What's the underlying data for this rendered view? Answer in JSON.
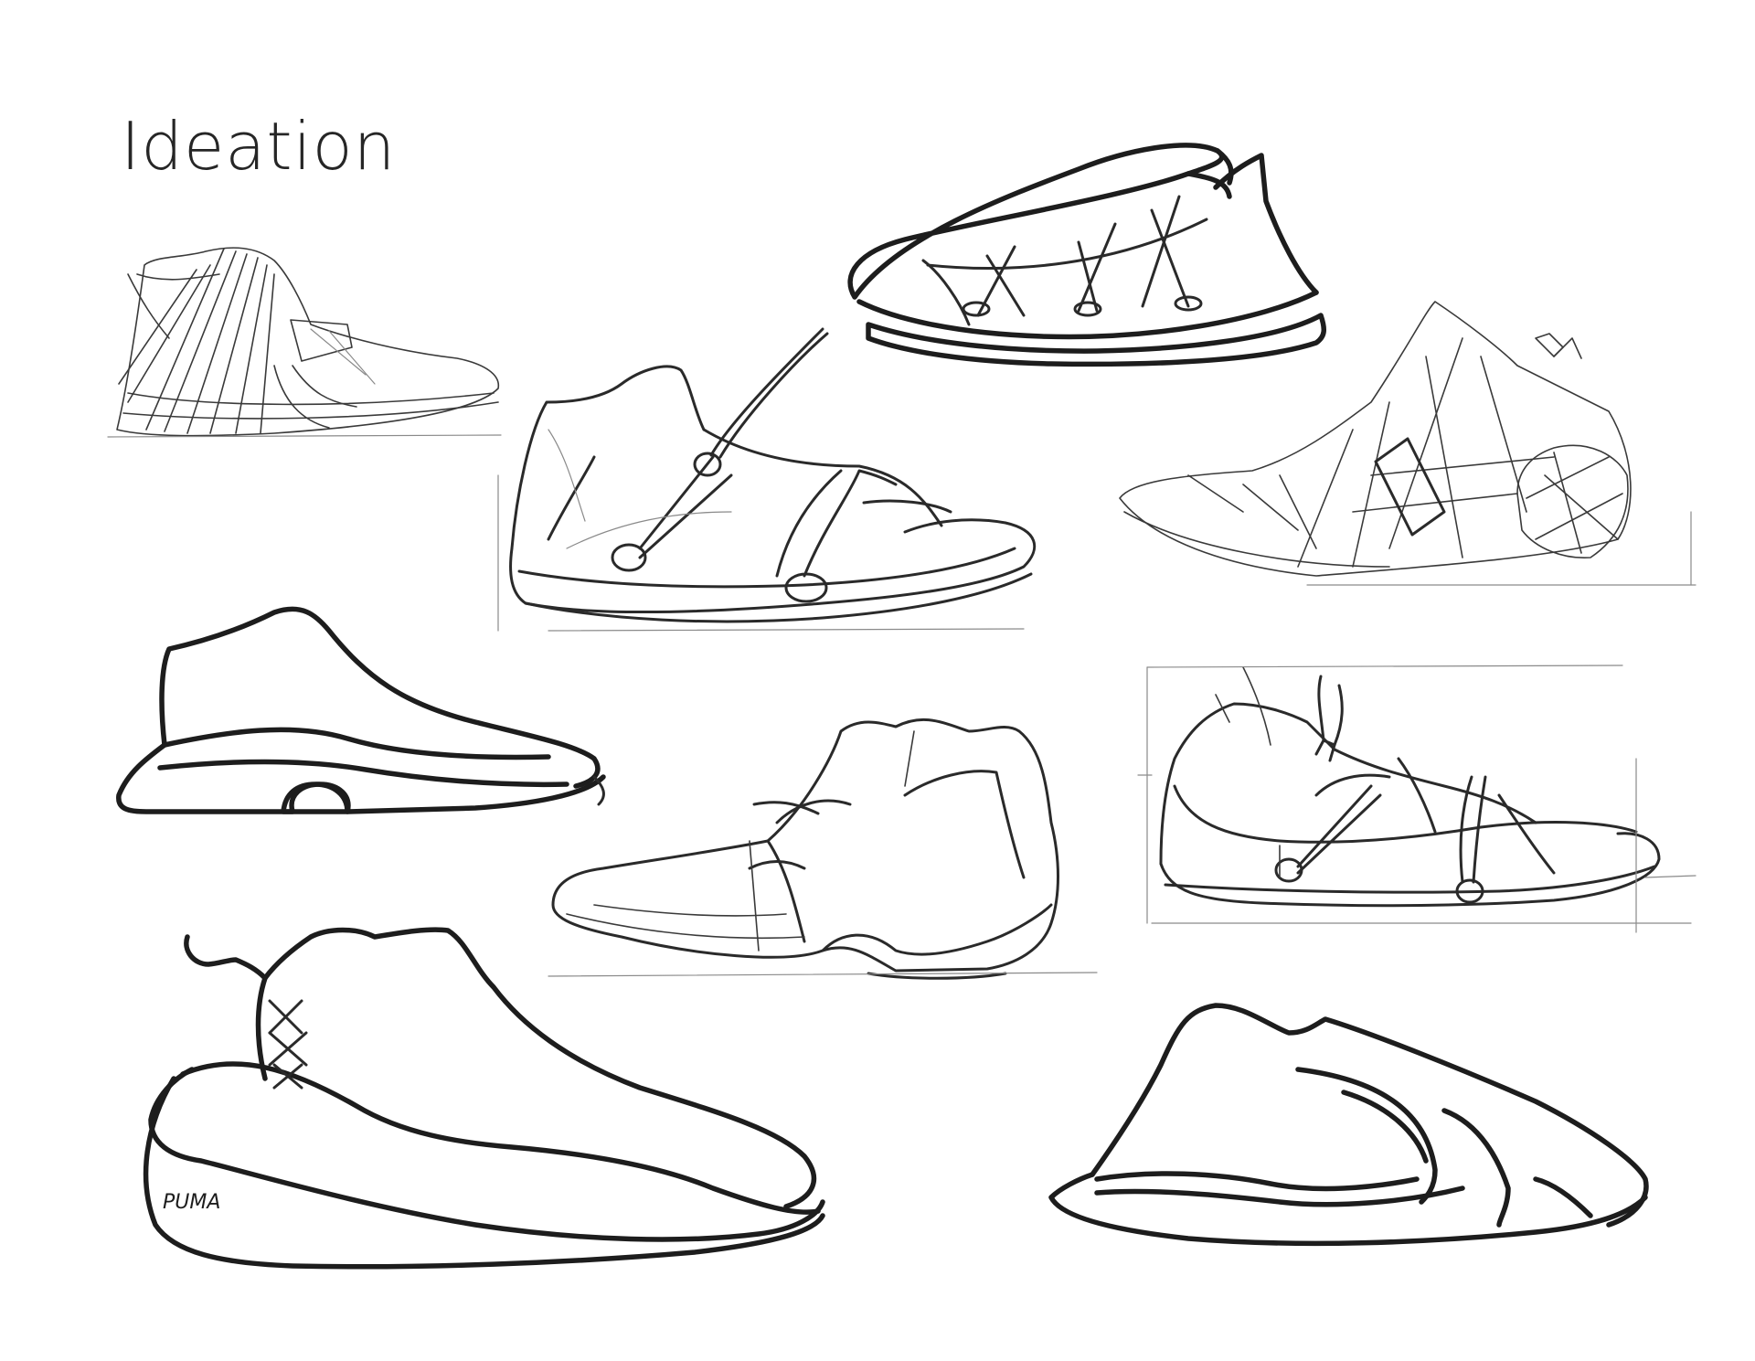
{
  "page": {
    "title": "Ideation"
  },
  "sketches": [
    {
      "name": "sketch-wrapped-strap-shoe",
      "style": "pencil"
    },
    {
      "name": "sketch-floating-cage-shoe",
      "style": "ink"
    },
    {
      "name": "sketch-ring-lace-mid-shoe",
      "style": "pencil"
    },
    {
      "name": "sketch-geometric-cage-shoe",
      "style": "pencil"
    },
    {
      "name": "sketch-sock-mid-shoe",
      "style": "ink"
    },
    {
      "name": "sketch-layered-collar-shoe",
      "style": "pencil"
    },
    {
      "name": "sketch-toggle-lace-shoe",
      "style": "pencil"
    },
    {
      "name": "sketch-branded-high-shoe",
      "style": "ink",
      "brand_text": "PUMA"
    },
    {
      "name": "sketch-formstrip-low-shoe",
      "style": "ink"
    }
  ],
  "colors": {
    "background": "#ffffff",
    "ink": "#1d1d1d",
    "pencil": "#3a3a3a",
    "title": "#262626"
  }
}
